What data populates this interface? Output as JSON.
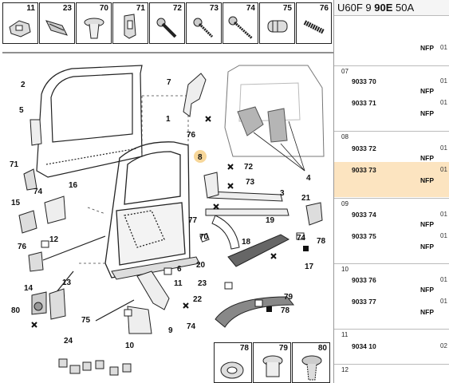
{
  "top_thumbnails": [
    "11",
    "23",
    "70",
    "71",
    "72",
    "73",
    "74",
    "75",
    "76"
  ],
  "bottom_thumbnails": [
    "78",
    "79",
    "80"
  ],
  "header": {
    "left": "U60F 9 ",
    "bold": "90E",
    "right": " 50A"
  },
  "groups": [
    {
      "number": "07",
      "parts": [
        {
          "ref": "9033 70",
          "status": "NFP",
          "tail": "01"
        },
        {
          "ref": "9033 71",
          "status": "NFP",
          "tail": "01"
        }
      ]
    },
    {
      "number": "08",
      "parts": [
        {
          "ref": "9033 72",
          "status": "NFP",
          "tail": "01"
        },
        {
          "ref": "9033 73",
          "status": "NFP",
          "tail": "01"
        }
      ]
    },
    {
      "number": "09",
      "parts": [
        {
          "ref": "9033 74",
          "status": "NFP",
          "tail": "01"
        },
        {
          "ref": "9033 75",
          "status": "NFP",
          "tail": "01"
        }
      ]
    },
    {
      "number": "10",
      "parts": [
        {
          "ref": "9033 76",
          "status": "NFP",
          "tail": "01"
        },
        {
          "ref": "9033 77",
          "status": "NFP",
          "tail": "01"
        }
      ]
    },
    {
      "number": "11",
      "parts": [
        {
          "ref": "9034 10",
          "status": "",
          "tail": "02"
        }
      ]
    },
    {
      "number": "12",
      "parts": []
    }
  ],
  "top_status": "NFP",
  "highlighted_ref": "9033 73",
  "callouts": {
    "c1": "1",
    "c2": "2",
    "c3": "3",
    "c4": "4",
    "c5": "5",
    "c6": "6",
    "c7": "7",
    "c8": "8",
    "c9": "9",
    "c10": "10",
    "c11": "11",
    "c12": "12",
    "c13": "13",
    "c14": "14",
    "c15": "15",
    "c16": "16",
    "c17": "17",
    "c18": "18",
    "c19": "19",
    "c20": "20",
    "c21": "21",
    "c22": "22",
    "c23": "23",
    "c24": "24",
    "c70": "70",
    "c71": "71",
    "c72": "72",
    "c73": "73",
    "c74a": "74",
    "c74b": "74",
    "c74c": "74",
    "c75": "75",
    "c76a": "76",
    "c76b": "76",
    "c77": "77",
    "c78a": "78",
    "c78b": "78",
    "c79": "79",
    "c80": "80"
  },
  "colors": {
    "highlight": "#fce4c0",
    "callout_8_bg": "#f7d79a",
    "door_grey": "#b5b5b5"
  }
}
